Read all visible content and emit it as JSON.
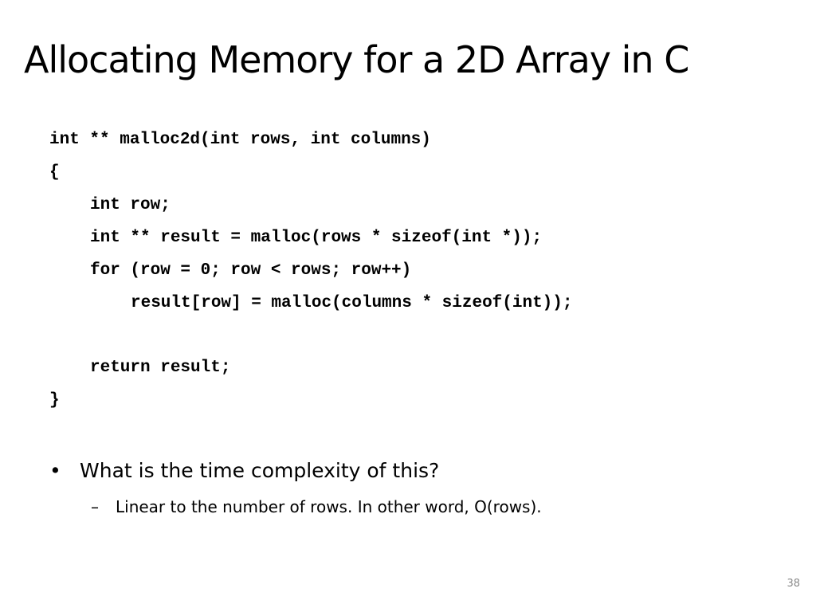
{
  "slide": {
    "title": "Allocating Memory for a 2D Array in C",
    "code_lines": [
      "int ** malloc2d(int rows, int columns)",
      "{",
      "int row;",
      "int ** result = malloc(rows * sizeof(int *));",
      "for (row = 0; row < rows; row++)",
      "result[row] = malloc(columns * sizeof(int));",
      "",
      "return result;",
      "}"
    ],
    "bullet": {
      "marker": "•",
      "text": "What is the time complexity of this?"
    },
    "sub_bullet": {
      "marker": "–",
      "text": "Linear to the number of rows. In other word, O(rows)."
    },
    "page_number": "38"
  }
}
